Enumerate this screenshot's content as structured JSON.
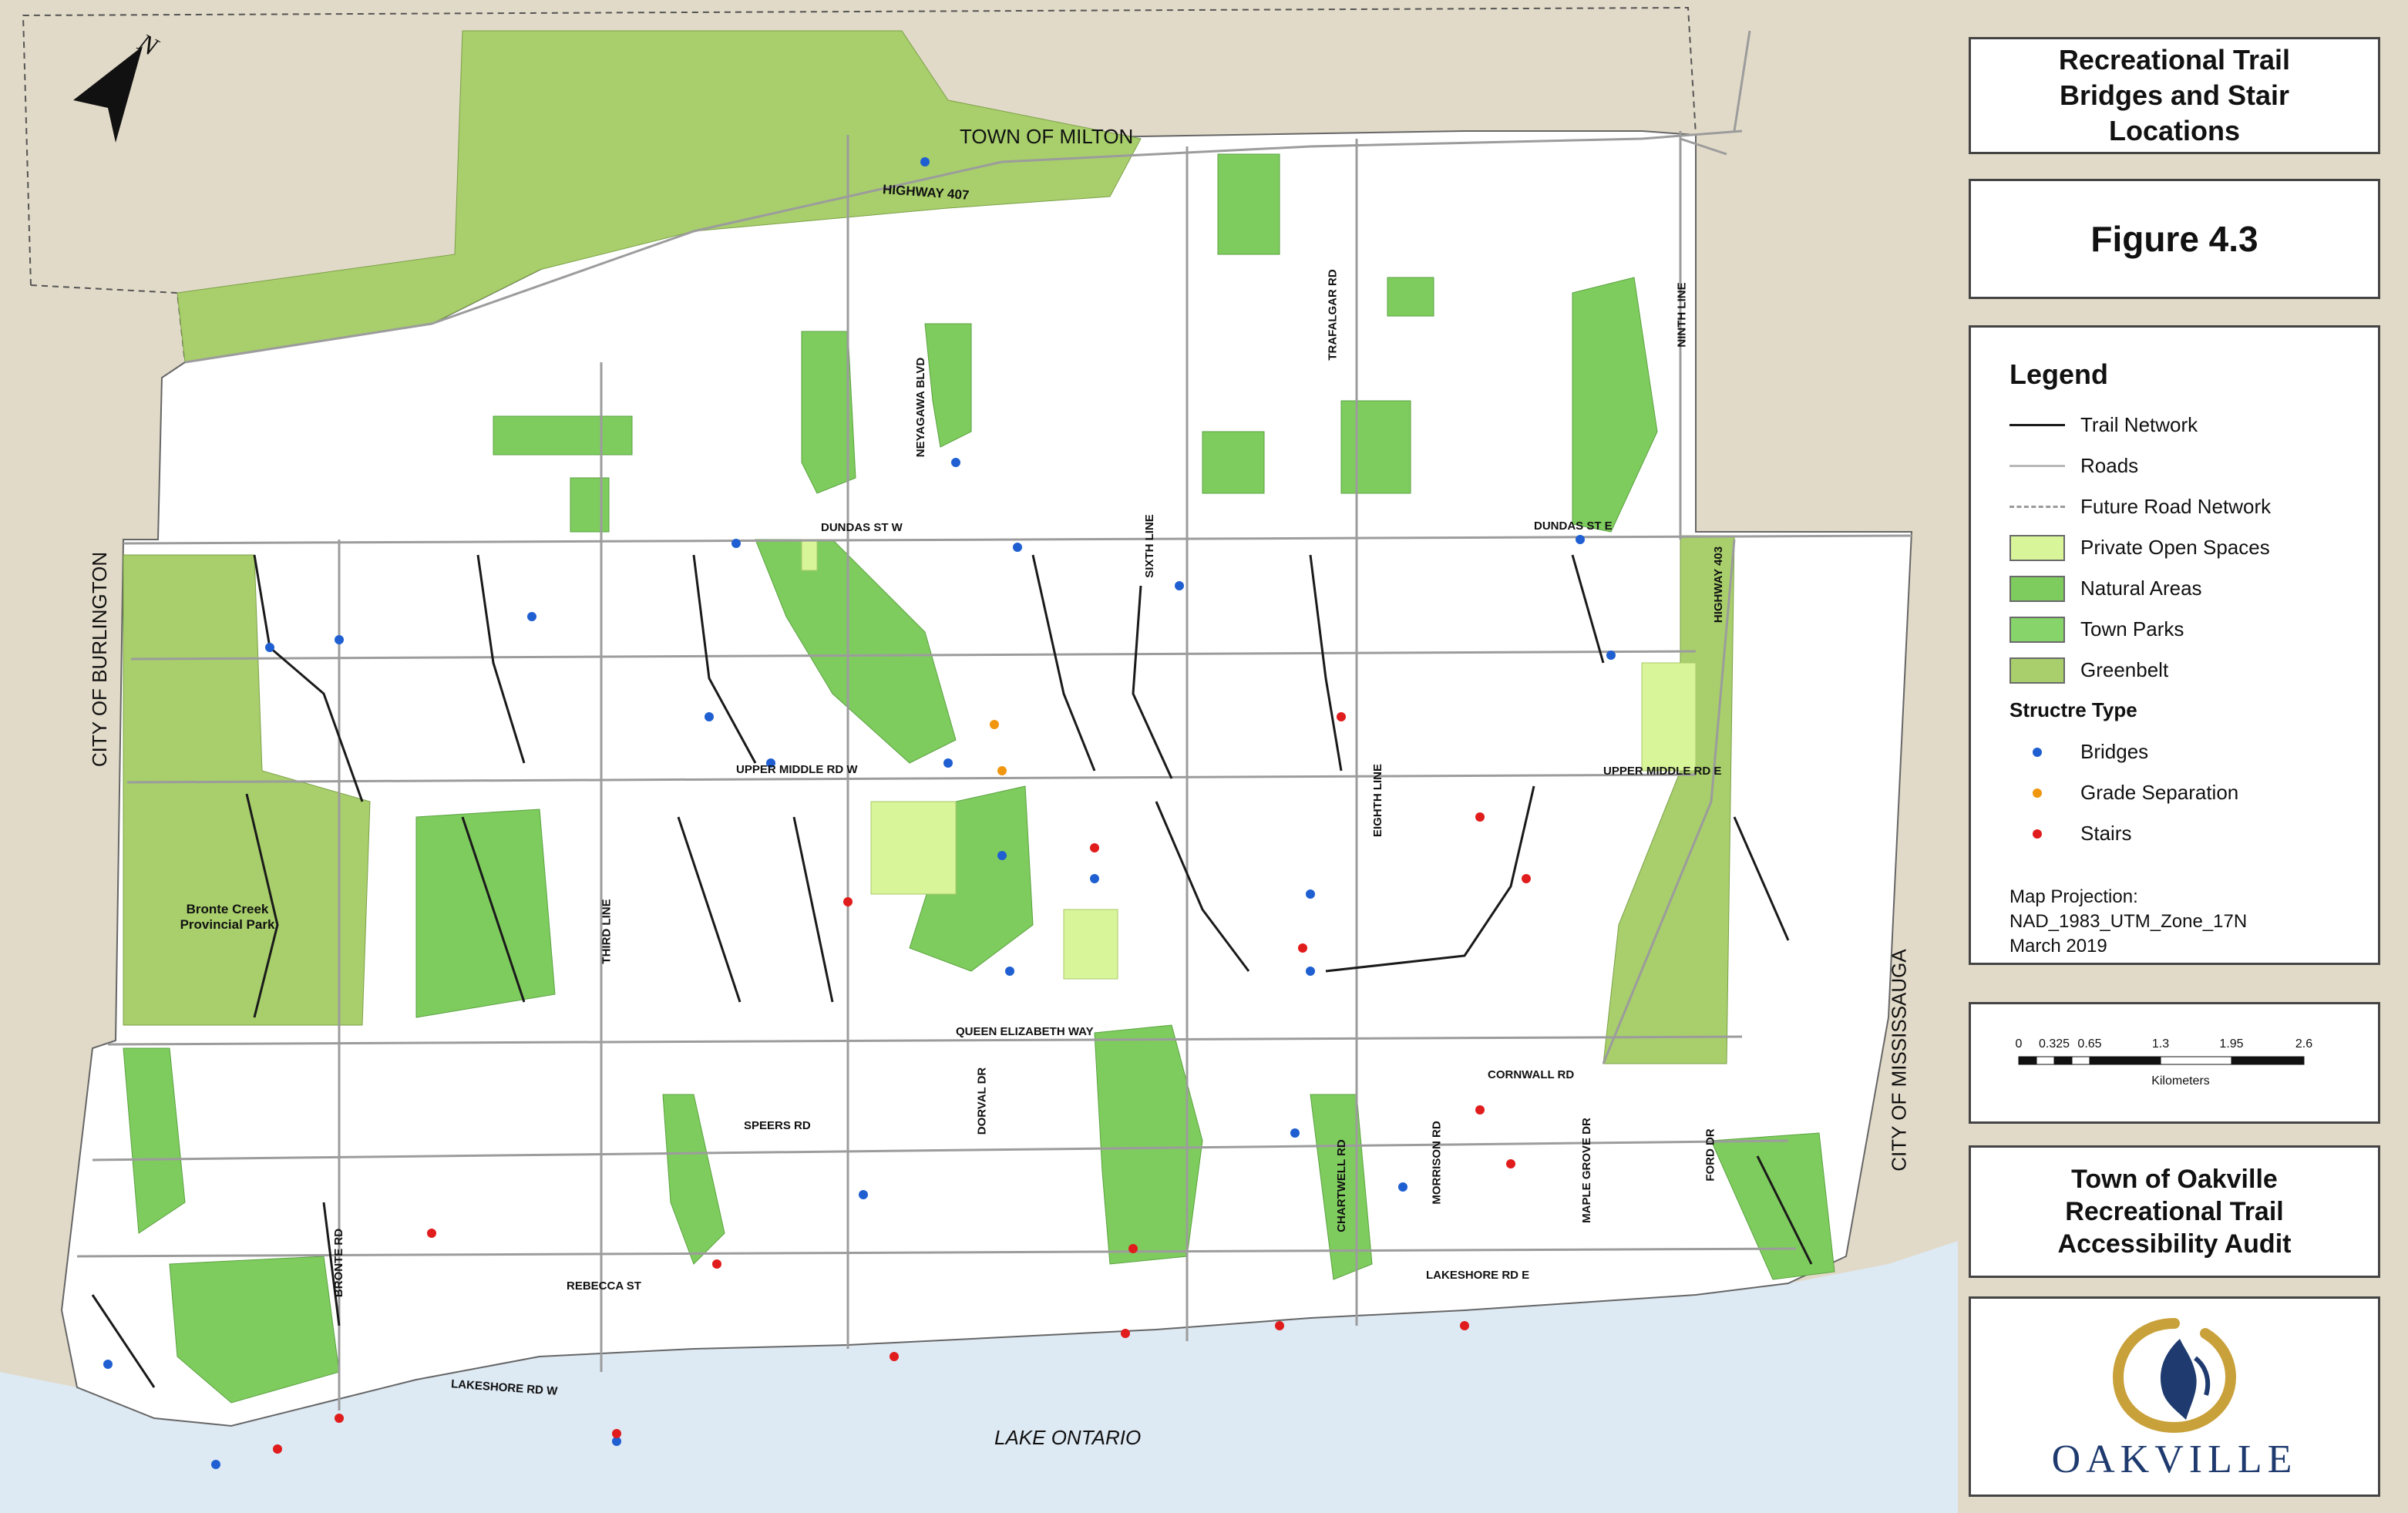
{
  "title": "Recreational Trail Bridges and Stair Locations",
  "figure": "Figure 4.3",
  "legend": {
    "title": "Legend",
    "items": [
      {
        "label": "Trail Network",
        "kind": "line",
        "color": "#1a1a1a"
      },
      {
        "label": "Roads",
        "kind": "line",
        "color": "#b8b8b8"
      },
      {
        "label": "Future Road Network",
        "kind": "dash",
        "color": "#9a9a9a"
      },
      {
        "label": "Private Open Spaces",
        "kind": "fill",
        "color": "#d9f59a"
      },
      {
        "label": "Natural Areas",
        "kind": "fill",
        "color": "#7fcc5e"
      },
      {
        "label": "Town Parks",
        "kind": "fill",
        "color": "#86d46a"
      },
      {
        "label": "Greenbelt",
        "kind": "fill",
        "color": "#a8cf6b"
      }
    ],
    "structure_title": "Structre Type",
    "structures": [
      {
        "label": "Bridges",
        "color": "#1f5fd1"
      },
      {
        "label": "Grade Separation",
        "color": "#f0960f"
      },
      {
        "label": "Stairs",
        "color": "#e01c1c"
      }
    ]
  },
  "projection": {
    "label": "Map Projection:",
    "value": "NAD_1983_UTM_Zone_17N",
    "date": "March 2019"
  },
  "scale": {
    "ticks": [
      "0",
      "0.325",
      "0.65",
      "1.3",
      "1.95",
      "2.6"
    ],
    "unit": "Kilometers"
  },
  "credit": "Town of Oakville Recreational Trail Accessibility Audit",
  "logo_text": "OAKVILLE",
  "north_label": "N",
  "map_labels": {
    "town_of_milton": "TOWN OF MILTON",
    "highway_407": "HIGHWAY 407",
    "city_of_burlington": "CITY OF BURLINGTON",
    "city_of_mississauga": "CITY OF MISSISSAUGA",
    "lake_ontario": "LAKE ONTARIO",
    "bronte_creek": "Bronte Creek Provincial Park",
    "neyagawa_blvd": "NEYAGAWA BLVD",
    "trafalgar_rd": "TRAFALGAR RD",
    "ninth_line": "NINTH LINE",
    "dundas_st_w": "DUNDAS ST W",
    "dundas_st_e": "DUNDAS ST E",
    "sixth_line": "SIXTH LINE",
    "highway_403": "HIGHWAY 403",
    "upper_middle_rd_w": "UPPER MIDDLE RD W",
    "upper_middle_rd_e": "UPPER MIDDLE RD E",
    "eighth_line": "EIGHTH LINE",
    "third_line": "THIRD LINE",
    "queen_elizabeth_way": "QUEEN ELIZABETH WAY",
    "cornwall_rd": "CORNWALL RD",
    "speers_rd": "SPEERS RD",
    "dorval_dr": "DORVAL DR",
    "chartwell_rd": "CHARTWELL RD",
    "morrison_rd": "MORRISON RD",
    "maple_grove_dr": "MAPLE GROVE DR",
    "ford_dr": "FORD DR",
    "bronte_rd": "BRONTE RD",
    "rebecca_st": "REBECCA ST",
    "lakeshore_rd_e": "LAKESHORE RD E",
    "lakeshore_rd_w": "LAKESHORE RD W"
  }
}
